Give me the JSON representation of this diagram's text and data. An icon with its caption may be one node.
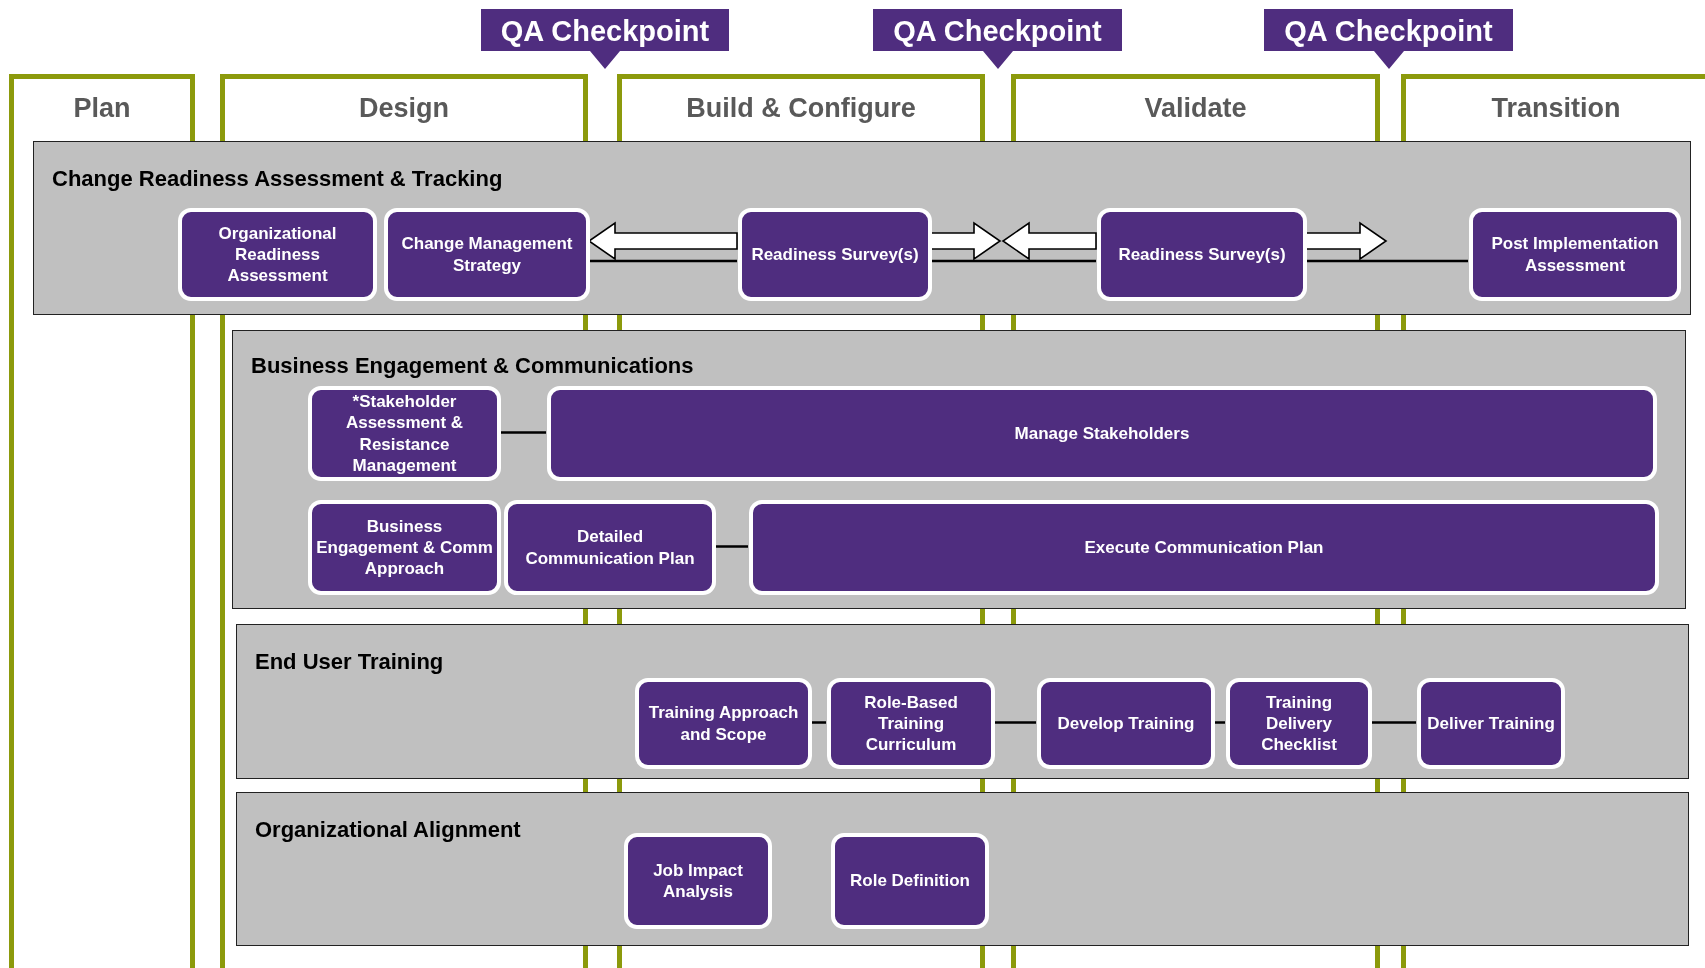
{
  "diagram": {
    "nodes": [
      {
        "text": [
          "Plan"
        ]
      },
      {
        "text": [
          "Design"
        ]
      },
      {
        "text": [
          "Build & Configure"
        ]
      },
      {
        "text": [
          "Validate"
        ]
      },
      {
        "text": [
          "Transition"
        ]
      },
      {
        "text": [
          "QA Checkpoint"
        ]
      },
      {
        "text": [
          "QA Checkpoint"
        ]
      },
      {
        "text": [
          "QA Checkpoint"
        ]
      },
      {
        "text": [
          "Change Readiness Assessment & Tracking"
        ]
      },
      {
        "text": [
          "Organizational Readiness Assessment"
        ],
        "in": 8
      },
      {
        "text": [
          "Change Management Strategy"
        ],
        "in": 8
      },
      {
        "text": [
          "Readiness Survey(s)"
        ],
        "in": 8
      },
      {
        "text": [
          "Readiness Survey(s)"
        ],
        "in": 8
      },
      {
        "text": [
          "Post Implementation Assessment"
        ],
        "in": 8
      },
      {
        "text": [
          "Business Engagement & Communications"
        ]
      },
      {
        "text": [
          "*Stakeholder Assessment & Resistance Management"
        ],
        "in": 14
      },
      {
        "text": [
          "Manage Stakeholders"
        ],
        "in": 14
      },
      {
        "text": [
          "Business Engagement & Comm Approach"
        ],
        "in": 14
      },
      {
        "text": [
          "Detailed Communication Plan"
        ],
        "in": 14
      },
      {
        "text": [
          "Execute Communication Plan"
        ],
        "in": 14
      },
      {
        "text": [
          "End User Training"
        ]
      },
      {
        "text": [
          "Training Approach and Scope"
        ],
        "in": 20
      },
      {
        "text": [
          "Role-Based Training Curriculum"
        ],
        "in": 20
      },
      {
        "text": [
          "Develop Training"
        ],
        "in": 20
      },
      {
        "text": [
          "Training Delivery Checklist"
        ],
        "in": 20
      },
      {
        "text": [
          "Deliver Training"
        ],
        "in": 20
      },
      {
        "text": [
          "Organizational Alignment"
        ]
      },
      {
        "text": [
          "Job Impact Analysis"
        ],
        "in": 26
      },
      {
        "text": [
          "Role Definition"
        ],
        "in": 26
      }
    ],
    "edges": [
      {
        "from": 10,
        "to": 11,
        "arrow": "none"
      },
      {
        "from": 11,
        "to": 12,
        "arrow": "none"
      },
      {
        "from": 12,
        "to": 13,
        "arrow": "none"
      },
      {
        "from": 11,
        "to": 10,
        "arrow": "to",
        "style": "thick"
      },
      {
        "from": 11,
        "to": null,
        "arrow": "to",
        "style": "thick"
      },
      {
        "from": 12,
        "to": null,
        "arrow": "to",
        "style": "thick"
      },
      {
        "from": 12,
        "to": null,
        "arrow": "to",
        "style": "thick"
      },
      {
        "from": 15,
        "to": 16,
        "arrow": "none"
      },
      {
        "from": 18,
        "to": 19,
        "arrow": "none"
      },
      {
        "from": 21,
        "to": 22,
        "arrow": "none"
      },
      {
        "from": 22,
        "to": 23,
        "arrow": "none"
      },
      {
        "from": 23,
        "to": 24,
        "arrow": "none"
      },
      {
        "from": 24,
        "to": 25,
        "arrow": "none"
      }
    ]
  }
}
